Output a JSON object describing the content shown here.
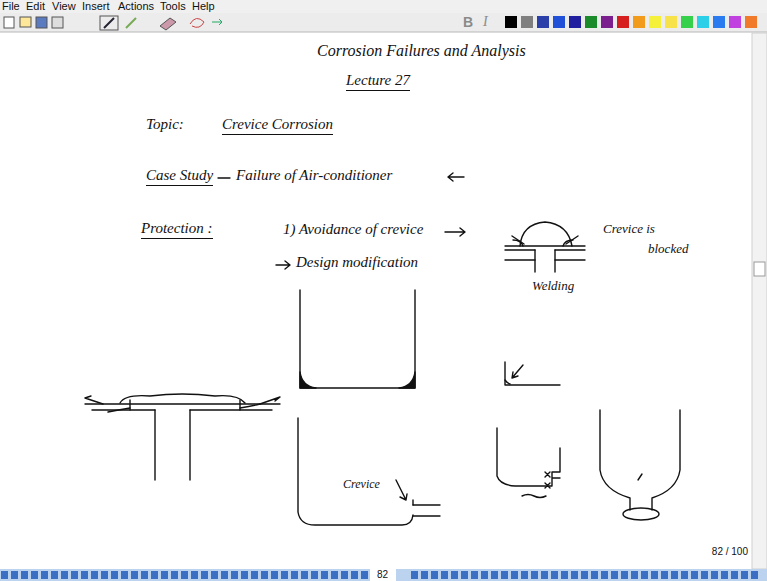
{
  "diagram": {
    "title": "Corrosion Failures and Analysis",
    "labels": [
      "File",
      "Edit",
      "View",
      "Insert",
      "Actions",
      "Tools",
      "Help",
      "B",
      "I",
      "Lecture 27",
      "Topic:",
      "Crevice Corrosion",
      "Case Study",
      "Failure of Air-conditioner",
      "Protection :",
      "1) Avoidance of crevice",
      "Design modification",
      "Crevice is",
      "blocked",
      "Welding",
      "Crevice",
      "82 / 100",
      "82"
    ]
  }
}
